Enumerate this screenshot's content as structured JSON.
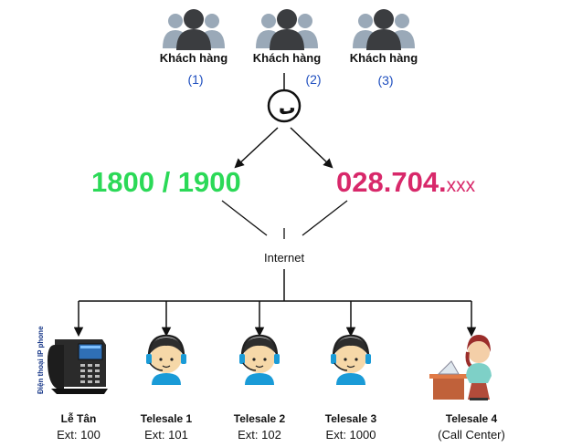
{
  "customers": [
    {
      "label": "Khách hàng",
      "number": "(1)"
    },
    {
      "label": "Khách hàng",
      "number": "(2)"
    },
    {
      "label": "Khách hàng",
      "number": "(3)"
    }
  ],
  "hotline": {
    "main": "1800 / 1900"
  },
  "landline": {
    "main": "028.704.",
    "suffix": "xxx"
  },
  "network": {
    "label": "Internet"
  },
  "phone_note": "Điện thoại IP phone",
  "devices": [
    {
      "name": "Lễ Tân",
      "ext": "Ext: 100",
      "icon": "ip-phone-icon"
    },
    {
      "name": "Telesale 1",
      "ext": "Ext: 101",
      "icon": "headset-agent-icon"
    },
    {
      "name": "Telesale 2",
      "ext": "Ext: 102",
      "icon": "headset-agent-icon"
    },
    {
      "name": "Telesale 3",
      "ext": "Ext: 1000",
      "icon": "headset-agent-icon"
    },
    {
      "name": "Telesale 4",
      "ext": "(Call Center)",
      "icon": "call-center-agent-icon"
    }
  ],
  "colors": {
    "hotline": "#2bd957",
    "landline": "#d8286a",
    "number_label": "#1f4fbf"
  }
}
